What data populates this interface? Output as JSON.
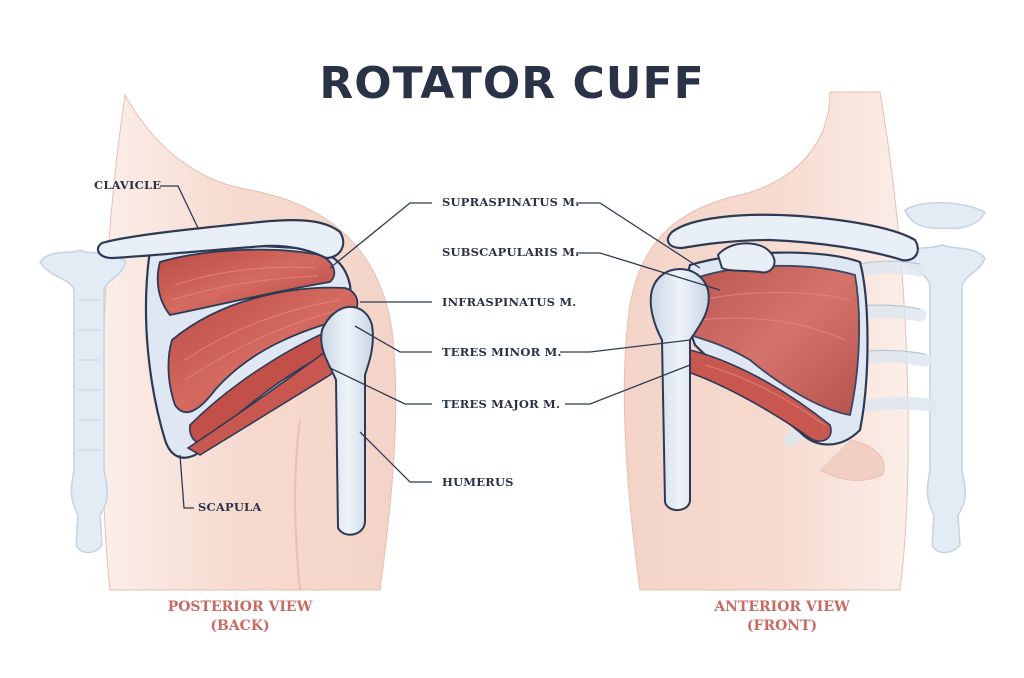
{
  "title": "ROTATOR CUFF",
  "labels": {
    "clavicle": "CLAVICLE",
    "scapula": "SCAPULA",
    "supraspinatus": "SUPRASPINATUS M.",
    "subscapularis": "SUBSCAPULARIS M.",
    "infraspinatus": "INFRASPINATUS M.",
    "teres_minor": "TERES MINOR M.",
    "teres_major": "TERES MAJOR M.",
    "humerus": "HUMERUS"
  },
  "views": {
    "posterior_line1": "POSTERIOR VIEW",
    "posterior_line2": "(BACK)",
    "anterior_line1": "ANTERIOR VIEW",
    "anterior_line2": "(FRONT)"
  },
  "colors": {
    "title": "#2a3247",
    "view_label": "#c96a64",
    "skin": "#f6ddd3",
    "bone": "#dfe8f2",
    "bone_outline": "#2e3a55",
    "muscle": "#c8574f"
  }
}
